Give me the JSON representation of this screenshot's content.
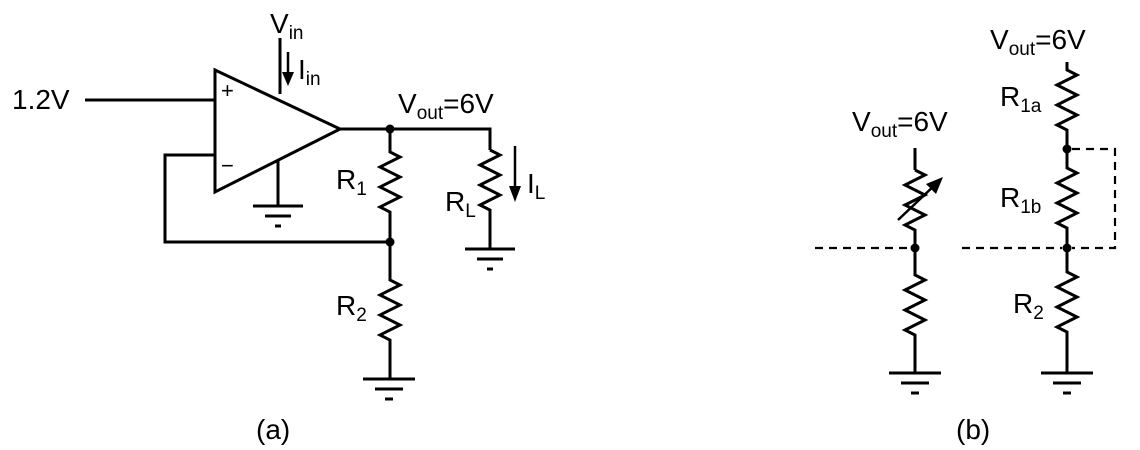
{
  "diagram_a": {
    "input_voltage": "1.2V",
    "plus_sign": "+",
    "minus_sign": "−",
    "vin": {
      "base": "V",
      "sub": "in"
    },
    "iin": {
      "base": "I",
      "sub": "in"
    },
    "vout": {
      "base": "V",
      "sub": "out",
      "value": "=6V"
    },
    "r1": {
      "base": "R",
      "sub": "1"
    },
    "r2": {
      "base": "R",
      "sub": "2"
    },
    "rl": {
      "base": "R",
      "sub": "L"
    },
    "il": {
      "base": "I",
      "sub": "L"
    },
    "caption": "(a)"
  },
  "diagram_b": {
    "vout_left": {
      "base": "V",
      "sub": "out",
      "value": "=6V"
    },
    "vout_right": {
      "base": "V",
      "sub": "out",
      "value": "=6V"
    },
    "r1a": {
      "base": "R",
      "sub": "1a"
    },
    "r1b": {
      "base": "R",
      "sub": "1b"
    },
    "r2": {
      "base": "R",
      "sub": "2"
    },
    "caption": "(b)"
  }
}
